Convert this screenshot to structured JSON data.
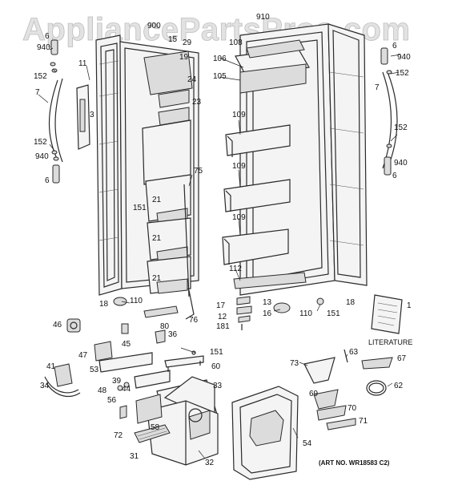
{
  "watermark": "AppliancePartsPros.com",
  "art_number": "(ART NO. WR18583 C2)",
  "literature_label": "LITERATURE",
  "callouts": {
    "c910": "910",
    "c900": "900",
    "c108": "108",
    "c106": "106",
    "c105": "105",
    "c109a": "109",
    "c109b": "109",
    "c109c": "109",
    "c112": "112",
    "c940a": "940",
    "c940b": "940",
    "c940c": "940",
    "c940d": "940",
    "c152a": "152",
    "c152b": "152",
    "c152c": "152",
    "c152d": "152",
    "c6a": "6",
    "c6b": "6",
    "c6c": "6",
    "c6d": "6",
    "c7a": "7",
    "c7b": "7",
    "c11": "11",
    "c3": "3",
    "c15": "15",
    "c29": "29",
    "c19": "19",
    "c24": "24",
    "c23": "23",
    "c75": "75",
    "c21a": "21",
    "c21b": "21",
    "c21c": "21",
    "c151a": "151",
    "c18a": "18",
    "c18b": "18",
    "c110a": "110",
    "c110b": "110",
    "c76": "76",
    "c80": "80",
    "c13": "13",
    "c17": "17",
    "c16": "16",
    "c12": "12",
    "c181": "181",
    "c151b": "151",
    "c151c": "151",
    "c1": "1",
    "c46": "46",
    "c45": "45",
    "c36": "36",
    "c47": "47",
    "c53": "53",
    "c60": "60",
    "c39": "39",
    "c44": "44",
    "c33": "33",
    "c41": "41",
    "c34": "34",
    "c48": "48",
    "c56": "56",
    "c58": "58",
    "c72": "72",
    "c31": "31",
    "c32": "32",
    "c54": "54",
    "c73": "73",
    "c63": "63",
    "c67": "67",
    "c62": "62",
    "c69": "69",
    "c70": "70",
    "c71": "71"
  }
}
